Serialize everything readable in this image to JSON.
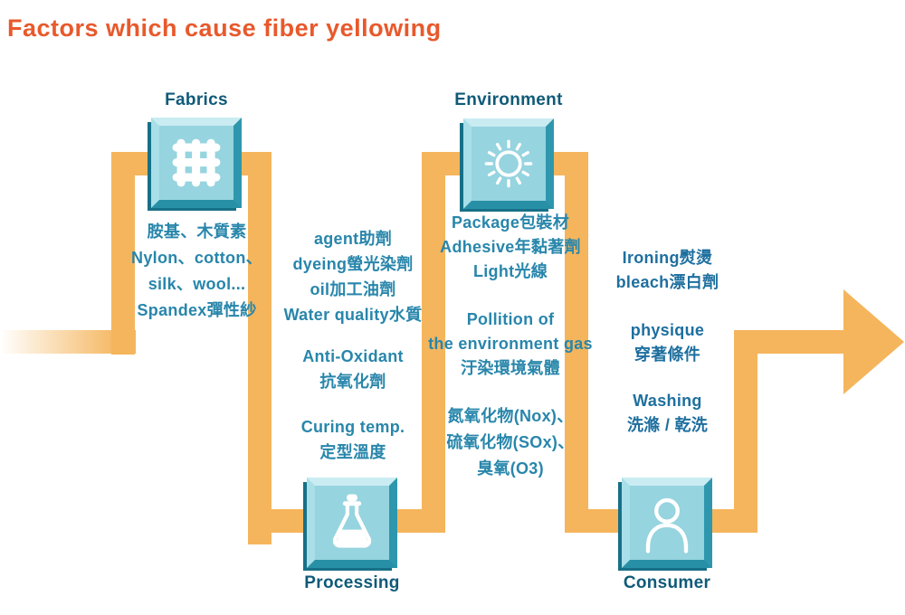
{
  "title": "Factors which cause fiber yellowing",
  "colors": {
    "title": "#E8592C",
    "arrow": "#F5B55C",
    "node_label": "#0F5A78",
    "body_text": "#2886AB",
    "right_body_text": "#1E6F9F",
    "icon_face": "#96D4DF",
    "icon_bevel_light": "#C9ECF2",
    "icon_bevel_dark": "#2E97AD"
  },
  "nodes": {
    "fabrics": {
      "label": "Fabrics",
      "icon": "weave-grid-icon"
    },
    "environment": {
      "label": "Environment",
      "icon": "sun-icon"
    },
    "processing": {
      "label": "Processing",
      "icon": "flask-icon"
    },
    "consumer": {
      "label": "Consumer",
      "icon": "person-icon"
    }
  },
  "factors": {
    "fabrics": {
      "lines": [
        "胺基、木質素",
        "Nylon、cotton、",
        "silk、wool...",
        "Spandex彈性紗"
      ]
    },
    "processing": {
      "chemicals": [
        "agent助劑",
        "dyeing螢光染劑",
        "oil加工油劑",
        "Water quality水質"
      ],
      "antioxidant": [
        "Anti-Oxidant",
        "抗氧化劑"
      ],
      "curing": [
        "Curing temp.",
        "定型溫度"
      ]
    },
    "environment": {
      "materials": [
        "Package包裝材",
        "Adhesive年黏著劑",
        "Light光線"
      ],
      "pollution": [
        "Pollition of",
        "the environment gas",
        "汙染環境氣體"
      ],
      "gases": [
        "氮氧化物(Nox)、",
        "硫氧化物(SOx)、",
        "臭氧(O3)"
      ]
    },
    "consumer": {
      "ironing": [
        "Ironing熨燙",
        "bleach漂白劑"
      ],
      "physique": [
        "physique",
        "穿著條件"
      ],
      "washing": [
        "Washing",
        "洗滌 / 乾洗"
      ]
    }
  }
}
